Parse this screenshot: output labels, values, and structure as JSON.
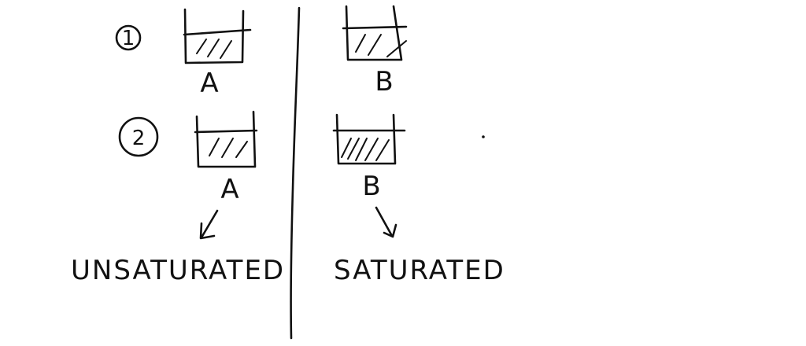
{
  "scenarios": [
    {
      "number": "1",
      "left_label": "A",
      "right_label": "B"
    },
    {
      "number": "2",
      "left_label": "A",
      "right_label": "B"
    }
  ],
  "outcomes": {
    "left": "UNSATURATED",
    "right": "SATURATED"
  }
}
